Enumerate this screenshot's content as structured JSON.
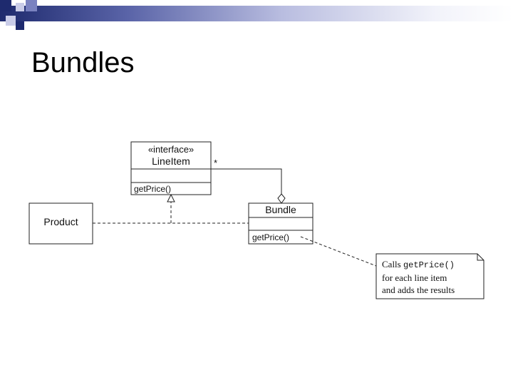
{
  "slide": {
    "title": "Bundles"
  },
  "diagram": {
    "lineitem": {
      "stereotype": "«interface»",
      "name": "LineItem",
      "method": "getPrice()"
    },
    "product": {
      "name": "Product"
    },
    "bundle": {
      "name": "Bundle",
      "method": "getPrice()"
    },
    "multiplicity": "*",
    "note": {
      "line1_prefix": "Calls ",
      "line1_code": "getPrice()",
      "line2": "for each line item",
      "line3": "and adds the results"
    }
  },
  "colors": {
    "decor_dark": "#1e2a6e",
    "decor_mid": "#7a82c0",
    "decor_light": "#c9cce8"
  }
}
